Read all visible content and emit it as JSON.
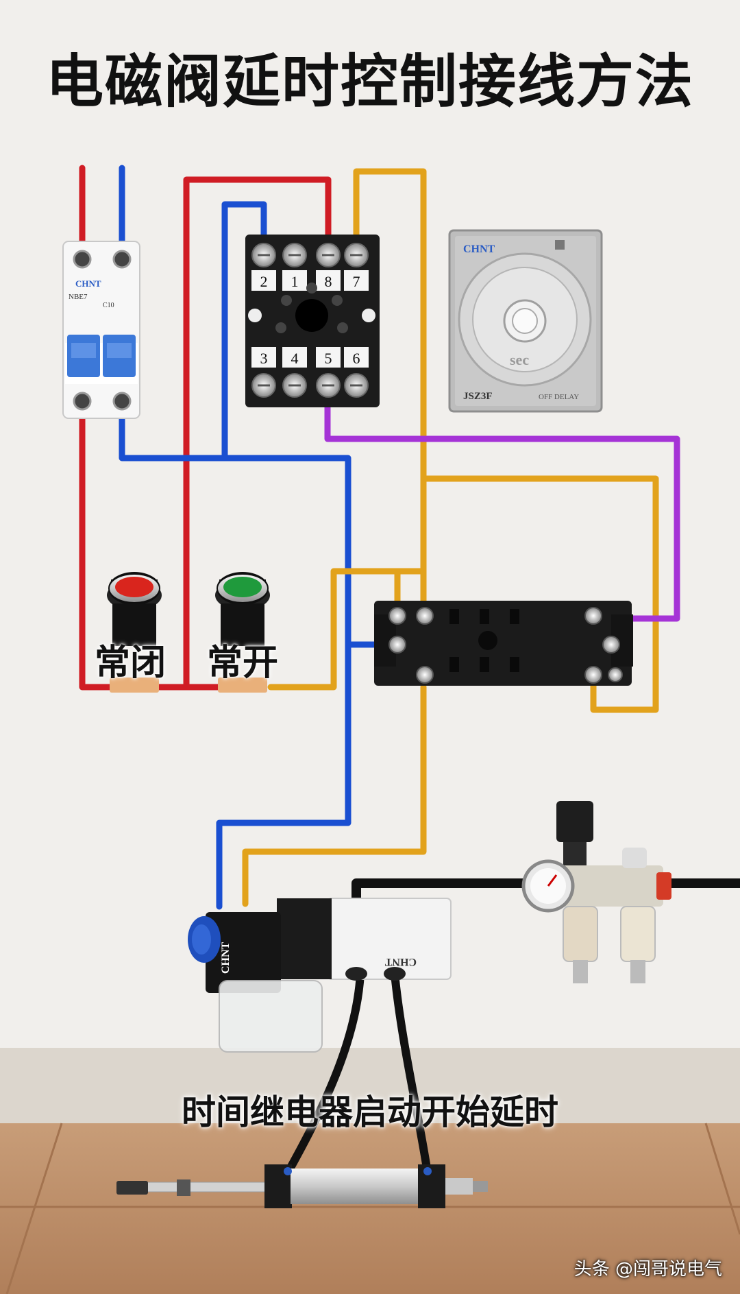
{
  "title": "电磁阀延时控制接线方法",
  "caption": "时间继电器启动开始延时",
  "buttons": {
    "nc_label": "常闭",
    "no_label": "常开"
  },
  "breaker": {
    "brand": "CHNT",
    "model": "NBE7",
    "rating": "C10"
  },
  "relay_socket": {
    "top_terminals": [
      "2",
      "1",
      "8",
      "7"
    ],
    "bottom_terminals": [
      "3",
      "4",
      "5",
      "6"
    ]
  },
  "timer": {
    "brand": "CHNT",
    "dial_unit": "sec",
    "model": "JSZ3F",
    "mode": "OFF DELAY"
  },
  "valve": {
    "coil_brand": "CHNT",
    "body_brand": "CHNT"
  },
  "watermark": "头条 @闯哥说电气",
  "colors": {
    "live": "#d01c24",
    "neutral": "#1a4fd1",
    "signal": "#e2a21c",
    "timer": "#a533d6",
    "air": "#111111",
    "green_button": "#1f9a3c",
    "red_button": "#d9251d"
  }
}
